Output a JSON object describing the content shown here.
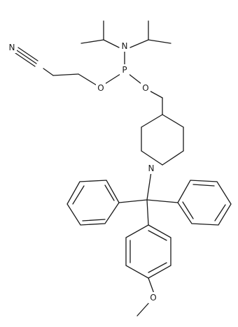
{
  "molecule": {
    "atom_labels": {
      "nitrile_n": "N",
      "phosphorus": "P",
      "amine_n": "N",
      "ester_o_left": "O",
      "ester_o_right": "O",
      "piperidine_n": "N",
      "methoxy_o": "O"
    }
  }
}
